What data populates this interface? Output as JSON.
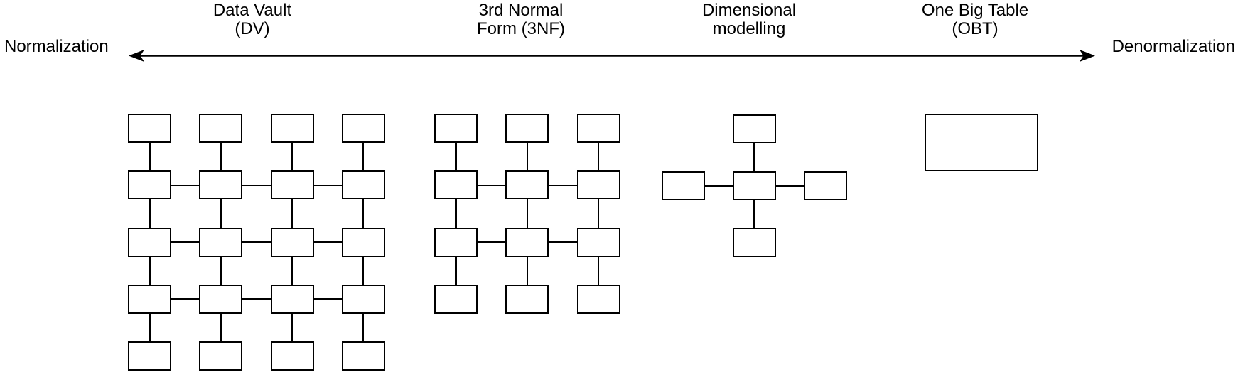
{
  "axis": {
    "left_label": "Normalization",
    "right_label": "Denormalization",
    "style": "double-headed-arrow",
    "color": "#000000"
  },
  "approaches": [
    {
      "id": "dv",
      "label_line1": "Data Vault",
      "label_line2": "(DV)",
      "diagram": {
        "type": "grid",
        "rows": 5,
        "cols": 4,
        "entity_count": 20,
        "vertical_links": "all-columns-between-adjacent-rows",
        "horizontal_link_rows": [
          2,
          3,
          4
        ]
      }
    },
    {
      "id": "3nf",
      "label_line1": "3rd Normal",
      "label_line2": "Form (3NF)",
      "diagram": {
        "type": "grid",
        "rows": 4,
        "cols": 3,
        "entity_count": 12,
        "vertical_links": "all-columns-between-adjacent-rows",
        "horizontal_link_rows": [
          2,
          3
        ]
      }
    },
    {
      "id": "dim",
      "label_line1": "Dimensional",
      "label_line2": "modelling",
      "diagram": {
        "type": "star",
        "entity_count": 5,
        "satellite_count": 4,
        "satellite_positions": [
          "top",
          "bottom",
          "left",
          "right"
        ]
      }
    },
    {
      "id": "obt",
      "label_line1": "One Big Table",
      "label_line2": "(OBT)",
      "diagram": {
        "type": "single-table",
        "entity_count": 1
      }
    }
  ],
  "colors": {
    "background": "#ffffff",
    "box_fill": "#ffffff",
    "box_stroke": "#000000",
    "connector": "#000000",
    "text": "#000000"
  }
}
